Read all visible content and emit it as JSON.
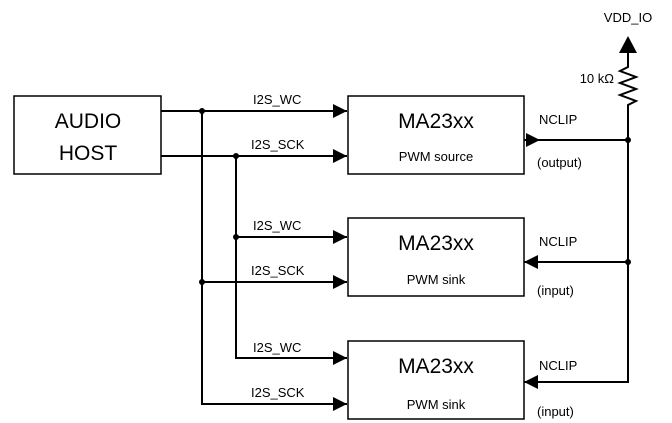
{
  "host": {
    "line1": "AUDIO",
    "line2": "HOST"
  },
  "supply": {
    "label": "VDD_IO"
  },
  "resistor": {
    "label": "10 kΩ"
  },
  "devices": [
    {
      "name": "MA23xx",
      "role": "PWM source",
      "pin": "NCLIP",
      "dir": "(output)",
      "wc": "I2S_WC",
      "sck": "I2S_SCK"
    },
    {
      "name": "MA23xx",
      "role": "PWM sink",
      "pin": "NCLIP",
      "dir": "(input)",
      "wc": "I2S_WC",
      "sck": "I2S_SCK"
    },
    {
      "name": "MA23xx",
      "role": "PWM sink",
      "pin": "NCLIP",
      "dir": "(input)",
      "wc": "I2S_WC",
      "sck": "I2S_SCK"
    }
  ]
}
